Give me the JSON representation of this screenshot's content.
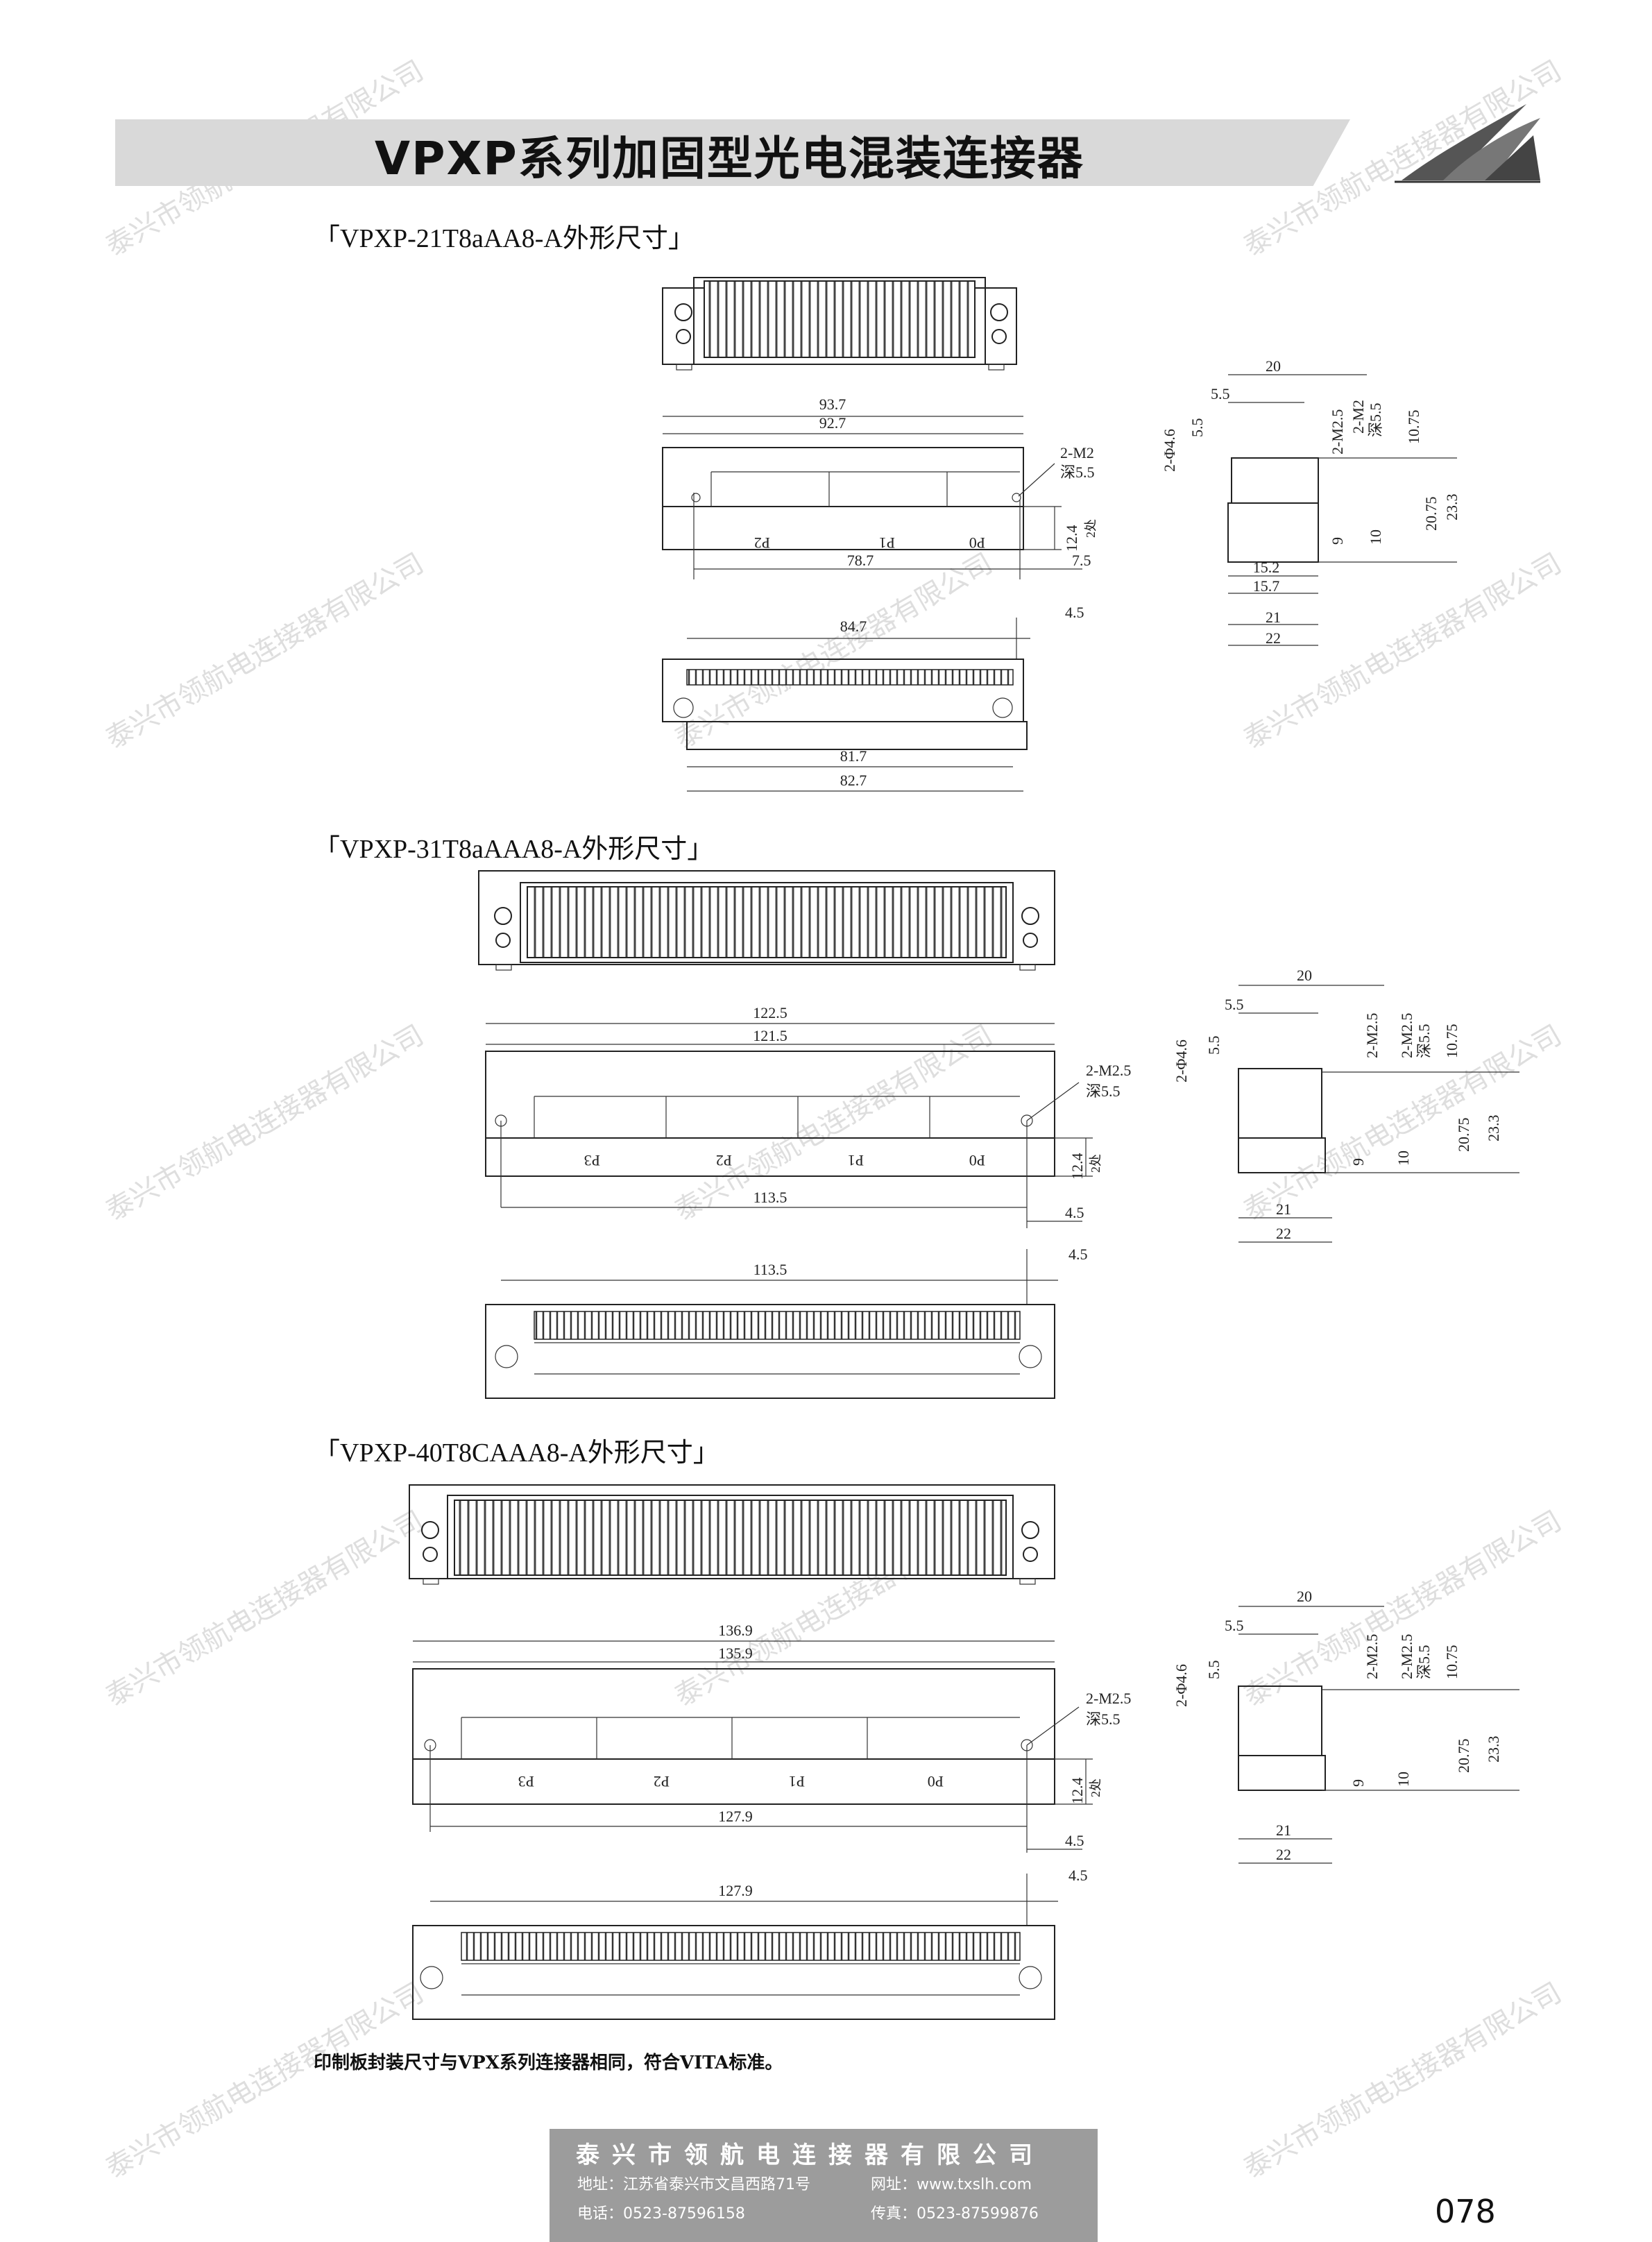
{
  "header": {
    "title": "VPXP系列加固型光电混装连接器"
  },
  "sections": [
    {
      "title": "「VPXP-21T8aAA8-A外形尺寸」",
      "top_dims": [
        "93.7",
        "92.7"
      ],
      "screw_label": [
        "2-M2",
        "深5.5"
      ],
      "height_dim": [
        "12.4",
        "2处"
      ],
      "bottom_dims": [
        "78.7",
        "7.5"
      ],
      "ports": [
        "P2",
        "P1",
        "P0"
      ],
      "view3_dims": [
        "84.7",
        "4.5",
        "81.7",
        "82.7"
      ],
      "side_dims": [
        "20",
        "5.5",
        "2-Φ4.6",
        "5.5",
        "2-M2.5",
        "2-M2",
        "深5.5",
        "10.75",
        "20.75",
        "23.3",
        "9",
        "10",
        "15.2",
        "15.7",
        "21",
        "22"
      ]
    },
    {
      "title": "「VPXP-31T8aAAA8-A外形尺寸」",
      "top_dims": [
        "122.5",
        "121.5"
      ],
      "screw_label": [
        "2-M2.5",
        "深5.5"
      ],
      "height_dim": [
        "12.4",
        "2处"
      ],
      "bottom_dims": [
        "113.5",
        "4.5"
      ],
      "ports": [
        "P3",
        "P2",
        "P1",
        "P0"
      ],
      "view3_dims": [
        "113.5",
        "4.5"
      ],
      "side_dims": [
        "20",
        "5.5",
        "2-Φ4.6",
        "5.5",
        "2-M2.5",
        "2-M2.5",
        "深5.5",
        "10.75",
        "20.75",
        "23.3",
        "9",
        "10",
        "21",
        "22"
      ]
    },
    {
      "title": "「VPXP-40T8CAAA8-A外形尺寸」",
      "top_dims": [
        "136.9",
        "135.9"
      ],
      "screw_label": [
        "2-M2.5",
        "深5.5"
      ],
      "height_dim": [
        "12.4",
        "2处"
      ],
      "bottom_dims": [
        "127.9",
        "4.5"
      ],
      "ports": [
        "P3",
        "P2",
        "P1",
        "P0"
      ],
      "view3_dims": [
        "127.9",
        "4.5"
      ],
      "side_dims": [
        "20",
        "5.5",
        "2-Φ4.6",
        "5.5",
        "2-M2.5",
        "2-M2.5",
        "深5.5",
        "10.75",
        "20.75",
        "23.3",
        "9",
        "10",
        "21",
        "22"
      ]
    }
  ],
  "note": "印制板封装尺寸与VPX系列连接器相同，符合VITA标准。",
  "footer": {
    "company": "泰兴市领航电连接器有限公司",
    "address_label": "地址：",
    "address": "江苏省泰兴市文昌西路71号",
    "web_label": "网址：",
    "web": "www.txslh.com",
    "phone_label": "电话：",
    "phone": "0523-87596158",
    "fax_label": "传真：",
    "fax": "0523-87599876"
  },
  "page_number": "078",
  "watermark": "泰兴市领航电连接器有限公司"
}
